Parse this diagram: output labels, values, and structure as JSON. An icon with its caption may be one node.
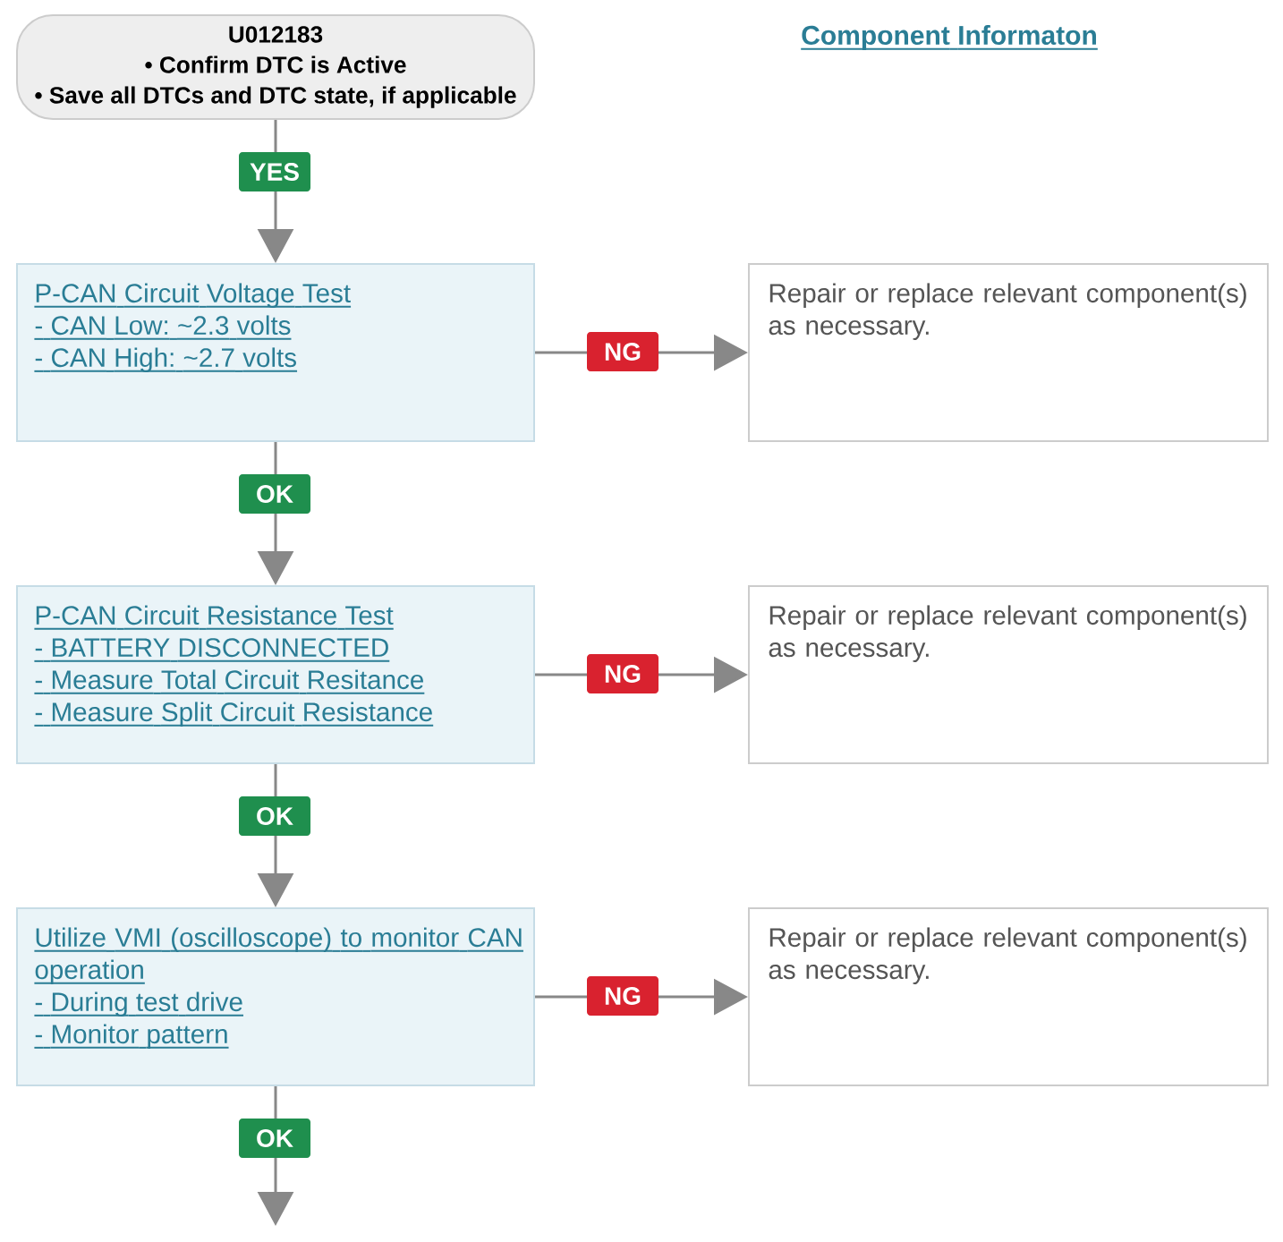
{
  "diagram": {
    "nodes": [
      {
        "text": [
          "U012183",
          "• Confirm DTC is Active",
          "• Save all DTCs and DTC state, if applicable"
        ]
      },
      {
        "text": [
          "P-CAN Circuit Voltage Test",
          "- CAN Low: ~2.3 volts",
          "- CAN High: ~2.7 volts"
        ]
      },
      {
        "text": [
          "Repair or replace relevant component(s) as necessary."
        ]
      },
      {
        "text": [
          "P-CAN Circuit Resistance Test",
          "- BATTERY DISCONNECTED",
          "- Measure Total Circuit Resitance",
          "- Measure Split Circuit Resistance"
        ]
      },
      {
        "text": [
          "Repair or replace relevant component(s) as necessary."
        ]
      },
      {
        "text": [
          "Utilize VMI (oscilloscope) to monitor CAN operation",
          "- During test drive",
          "- Monitor pattern"
        ]
      },
      {
        "text": [
          "Repair or replace relevant component(s) as necessary."
        ]
      }
    ],
    "edges": [
      {
        "from": 0,
        "to": 1,
        "arrow": "to",
        "label": "YES"
      },
      {
        "from": 1,
        "to": 2,
        "arrow": "to",
        "label": "NG"
      },
      {
        "from": 1,
        "to": 3,
        "arrow": "to",
        "label": "OK"
      },
      {
        "from": 3,
        "to": 4,
        "arrow": "to",
        "label": "NG"
      },
      {
        "from": 3,
        "to": 5,
        "arrow": "to",
        "label": "OK"
      },
      {
        "from": 5,
        "to": 6,
        "arrow": "to",
        "label": "NG"
      },
      {
        "from": 5,
        "to": null,
        "arrow": "to",
        "label": "OK"
      }
    ],
    "labels": [
      "Component Informaton"
    ]
  }
}
